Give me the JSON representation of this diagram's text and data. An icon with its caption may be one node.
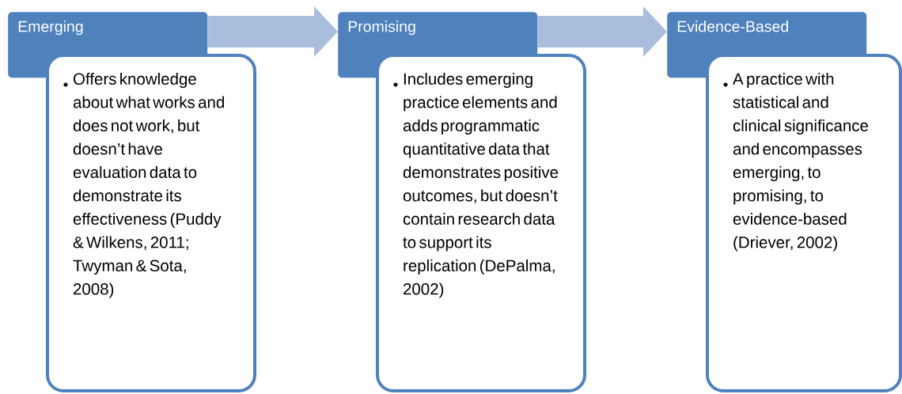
{
  "diagram": {
    "nodes": [
      {
        "text": [
          "Emerging"
        ]
      },
      {
        "text": [
          "Offers knowledge about what works and does not work, but doesn’t have evaluation data to demonstrate its effectiveness (Puddy & Wilkens, 2011; Twyman & Sota, 2008)"
        ]
      },
      {
        "text": [
          "Promising"
        ]
      },
      {
        "text": [
          "Includes emerging practice elements and adds programmatic quantitative data that demonstrates positive outcomes, but doesn’t contain research data to support its replication (DePalma, 2002)"
        ]
      },
      {
        "text": [
          "Evidence-Based"
        ]
      },
      {
        "text": [
          "A practice with statistical and clinical significance and encompasses emerging, to promising, to evidence-based (Driever, 2002)"
        ]
      }
    ],
    "edges": [
      {
        "from": 0,
        "to": 2,
        "arrow": "to"
      },
      {
        "from": 2,
        "to": 4,
        "arrow": "to"
      }
    ]
  }
}
